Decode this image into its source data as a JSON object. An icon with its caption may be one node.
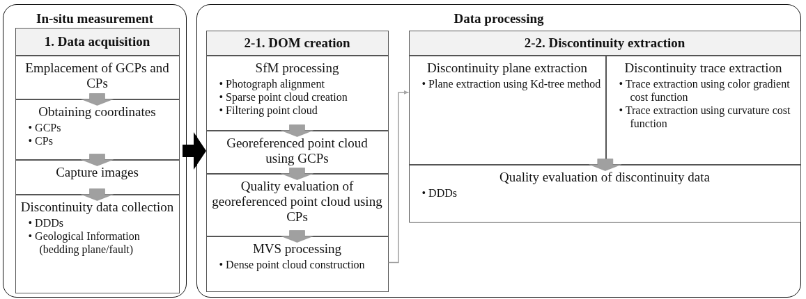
{
  "diagram": {
    "nodes": [
      {
        "text": [
          "In-situ measurement"
        ]
      },
      {
        "text": [
          "1. Data acquisition"
        ],
        "in": 0
      },
      {
        "text": [
          "Emplacement of GCPs and CPs"
        ],
        "in": 0
      },
      {
        "text": [
          "Obtaining coordinates",
          "• GCPs",
          "• CPs"
        ],
        "in": 0
      },
      {
        "text": [
          "Capture images"
        ],
        "in": 0
      },
      {
        "text": [
          "Discontinuity data collection",
          "• DDDs",
          "• Geological Information (bedding plane/fault)"
        ],
        "in": 0
      },
      {
        "text": [
          "Data processing"
        ]
      },
      {
        "text": [
          "2-1. DOM creation"
        ],
        "in": 6
      },
      {
        "text": [
          "SfM processing",
          "• Photograph alignment",
          "• Sparse point cloud creation",
          "• Filtering point cloud"
        ],
        "in": 6
      },
      {
        "text": [
          "Georeferenced point cloud using GCPs"
        ],
        "in": 6
      },
      {
        "text": [
          "Quality evaluation of georeferenced point cloud using CPs"
        ],
        "in": 6
      },
      {
        "text": [
          "MVS processing",
          "• Dense point cloud construction"
        ],
        "in": 6
      },
      {
        "text": [
          "2-2. Discontinuity extraction"
        ],
        "in": 6
      },
      {
        "text": [
          "Discontinuity plane extraction",
          "• Plane extraction using Kd-tree method"
        ],
        "in": 6
      },
      {
        "text": [
          "Discontinuity trace extraction",
          "• Trace extraction using color gradient cost function",
          "• Trace extraction using curvature cost function"
        ],
        "in": 6
      },
      {
        "text": [
          "Quality evaluation of discontinuity data",
          "• DDDs"
        ],
        "in": 6
      }
    ],
    "edges": [
      {
        "from": 2,
        "to": 3,
        "arrow": "to",
        "style": "thick"
      },
      {
        "from": 3,
        "to": 4,
        "arrow": "to",
        "style": "thick"
      },
      {
        "from": 4,
        "to": 5,
        "arrow": "to",
        "style": "thick"
      },
      {
        "from": 0,
        "to": 6,
        "arrow": "to",
        "style": "thick",
        "color": "#000000"
      },
      {
        "from": 8,
        "to": 9,
        "arrow": "to",
        "style": "thick"
      },
      {
        "from": 9,
        "to": 10,
        "arrow": "to",
        "style": "thick"
      },
      {
        "from": 10,
        "to": 11,
        "arrow": "to",
        "style": "thick"
      },
      {
        "from": 11,
        "to": 13,
        "arrow": "to"
      },
      {
        "from": 13,
        "to": 15,
        "arrow": "to",
        "style": "thick"
      },
      {
        "from": 14,
        "to": 15,
        "arrow": "to",
        "style": "thick"
      }
    ]
  }
}
